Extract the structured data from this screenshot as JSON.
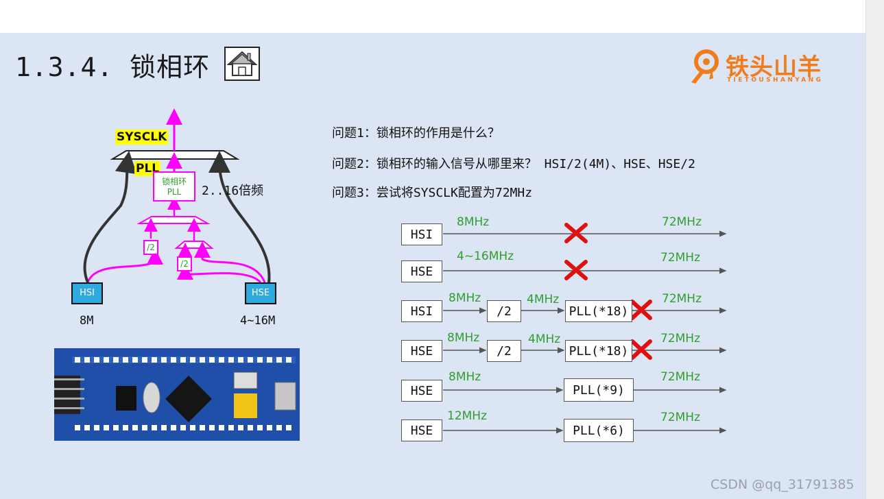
{
  "slide": {
    "title": "1.3.4. 锁相环",
    "logo_main": "铁头山羊",
    "logo_sub": "TIETOUSHANYANG",
    "watermark": "CSDN @qq_31791385"
  },
  "questions": [
    "问题1：锁相环的作用是什么？",
    "问题2：锁相环的输入信号从哪里来？ HSI/2(4M)、HSE、HSE/2",
    "问题3：尝试将SYSCLK配置为72MHz"
  ],
  "diagram": {
    "sysclk": "SYSCLK",
    "pll": "PLL",
    "pll_box_line1": "锁相环",
    "pll_box_line2": "PLL",
    "multiplier": "2..16倍频",
    "div_label": "/2",
    "hsi": "HSI",
    "hse": "HSE",
    "hsi_freq": "8M",
    "hse_freq": "4~16MHz",
    "hse_freq_left": "4~16M"
  },
  "flows": [
    {
      "source": "HSI",
      "in_freq": "8MHz",
      "out_freq": "72MHz",
      "crossed": true
    },
    {
      "source": "HSE",
      "in_freq": "4~16MHz",
      "out_freq": "72MHz",
      "crossed": true
    },
    {
      "source": "HSI",
      "in_freq": "8MHz",
      "div": "/2",
      "mid_freq": "4MHz",
      "pll": "PLL(*18)",
      "out_freq": "72MHz",
      "crossed": true
    },
    {
      "source": "HSE",
      "in_freq": "8MHz",
      "div": "/2",
      "mid_freq": "4MHz",
      "pll": "PLL(*18)",
      "out_freq": "72MHz",
      "crossed": true
    },
    {
      "source": "HSE",
      "in_freq": "8MHz",
      "pll": "PLL(*9)",
      "out_freq": "72MHz",
      "crossed": false
    },
    {
      "source": "HSE",
      "in_freq": "12MHz",
      "pll": "PLL(*6)",
      "out_freq": "72MHz",
      "crossed": false
    }
  ],
  "colors": {
    "slide_bg": "#dbe5f3",
    "green": "#2e9e2e",
    "magenta": "#ff00ff",
    "orange": "#f07c1c",
    "red": "#e01010"
  }
}
